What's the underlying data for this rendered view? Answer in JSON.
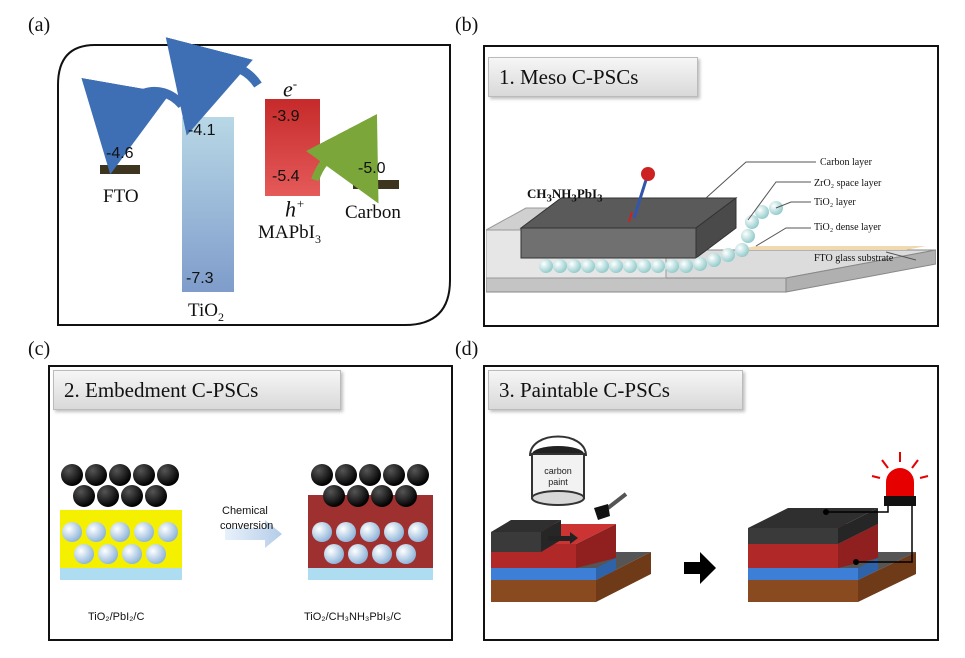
{
  "panels": {
    "a": {
      "letter": "(a)",
      "levels": {
        "fto_value": "-4.6",
        "fto_label": "FTO",
        "tio2_top": "-4.1",
        "tio2_bottom": "-7.3",
        "tio2_label_base": "TiO",
        "tio2_label_sub": "2",
        "mapbi_top": "-3.9",
        "mapbi_bottom": "-5.4",
        "mapbi_label_base": "MAPbI",
        "mapbi_label_sub": "3",
        "carbon_value": "-5.0",
        "carbon_label": "Carbon",
        "electron": "e",
        "electron_sup": "-",
        "hole": "h",
        "hole_sup": "+"
      },
      "colors": {
        "fto_bar": "#3d3520",
        "tio2_top": "#b8d8e6",
        "tio2_bottom": "#7f9ccb",
        "mapbi": "#d43a3a",
        "arrow_blue": "#3e6fb4",
        "arrow_green": "#7aa63a"
      }
    },
    "b": {
      "letter": "(b)",
      "title": "1. Meso C-PSCs",
      "perovskite_label_parts": [
        "CH",
        "3",
        "NH",
        "3",
        "PbI",
        "3"
      ],
      "callouts": [
        "Carbon layer",
        "ZrO₂ space layer",
        "TiO₂ layer",
        "TiO₂ dense layer",
        "FTO glass substrate"
      ]
    },
    "c": {
      "letter": "(c)",
      "title": "2. Embedment C-PSCs",
      "arrow_text_line1": "Chemical",
      "arrow_text_line2": "conversion",
      "left_caption": "TiO₂/PbI₂/C",
      "right_caption": "TiO₂/CH₃NH₃PbI₃/C"
    },
    "d": {
      "letter": "(d)",
      "title": "3. Paintable C-PSCs",
      "paint_can_text_line1": "carbon",
      "paint_can_text_line2": "paint"
    }
  }
}
